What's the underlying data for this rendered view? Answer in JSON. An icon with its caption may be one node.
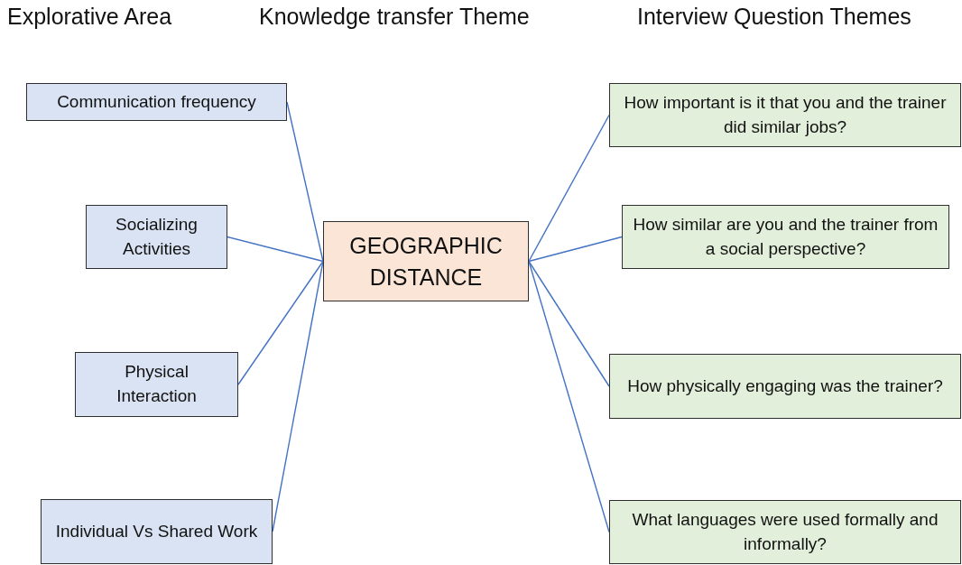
{
  "diagram": {
    "nodes": [
      {
        "text": [
          "GEOGRAPHIC DISTANCE"
        ]
      },
      {
        "text": [
          "Communication frequency"
        ]
      },
      {
        "text": [
          "Socializing Activities"
        ]
      },
      {
        "text": [
          "Physical Interaction"
        ]
      },
      {
        "text": [
          "Individual Vs Shared Work"
        ]
      },
      {
        "text": [
          "How important is it that you and the trainer did similar jobs?"
        ]
      },
      {
        "text": [
          "How similar are you and the trainer from a social perspective?"
        ]
      },
      {
        "text": [
          "How physically engaging was the trainer?"
        ]
      },
      {
        "text": [
          "What languages were used formally and informally?"
        ]
      }
    ],
    "edges": [
      {
        "from": 0,
        "to": 1,
        "arrow": "none"
      },
      {
        "from": 0,
        "to": 2,
        "arrow": "none"
      },
      {
        "from": 0,
        "to": 3,
        "arrow": "none"
      },
      {
        "from": 0,
        "to": 4,
        "arrow": "none"
      },
      {
        "from": 0,
        "to": 5,
        "arrow": "none"
      },
      {
        "from": 0,
        "to": 6,
        "arrow": "none"
      },
      {
        "from": 0,
        "to": 7,
        "arrow": "none"
      },
      {
        "from": 0,
        "to": 8,
        "arrow": "none"
      }
    ],
    "labels": [
      "Explorative Area",
      "Knowledge transfer Theme",
      "Interview Question Themes"
    ]
  }
}
